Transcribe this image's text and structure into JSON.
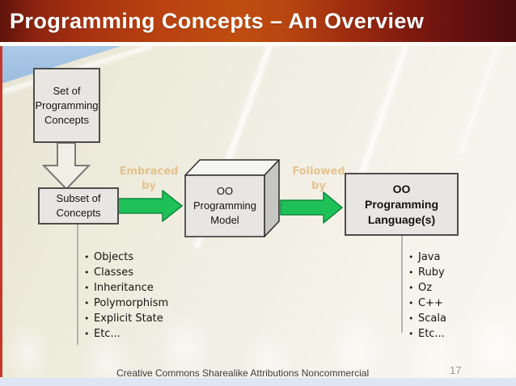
{
  "slide": {
    "title": "Programming Concepts – An Overview",
    "footer_text": "Creative Commons Sharealike Attributions Noncommercial",
    "page_number": "17"
  },
  "diagram": {
    "set_box": {
      "lines": [
        "Set of",
        "Programming",
        "Concepts"
      ]
    },
    "subset_box": {
      "lines": [
        "Subset of",
        "Concepts"
      ]
    },
    "model_box": {
      "lines": [
        "OO",
        "Programming",
        "Model"
      ]
    },
    "language_box": {
      "lines": [
        "OO",
        "Programming",
        "Language(s)"
      ]
    },
    "arrow1_label": {
      "lines": [
        "Embraced",
        "by"
      ]
    },
    "arrow2_label": {
      "lines": [
        "Followed",
        "by"
      ]
    },
    "concepts_list": [
      "Objects",
      "Classes",
      "Inheritance",
      "Polymorphism",
      "Explicit State",
      "Etc..."
    ],
    "languages_list": [
      "Java",
      "Ruby",
      "Oz",
      "C++",
      "Scala",
      "Etc..."
    ],
    "bullet_char": "•"
  },
  "colors": {
    "header_accent": "#c04d10",
    "header_dark": "#5e130b",
    "arrow_green": "#1ec158",
    "arrow_green_border": "#0e8a3d",
    "box_fill": "#e7e6e3",
    "box_border": "#4d4d4d",
    "left_stripe_red": "#c6372a",
    "flow_label_tan": "#e4c391",
    "sky_blue": "#a4c3e4",
    "bottom_stripe_blue": "#dfe6f3"
  }
}
